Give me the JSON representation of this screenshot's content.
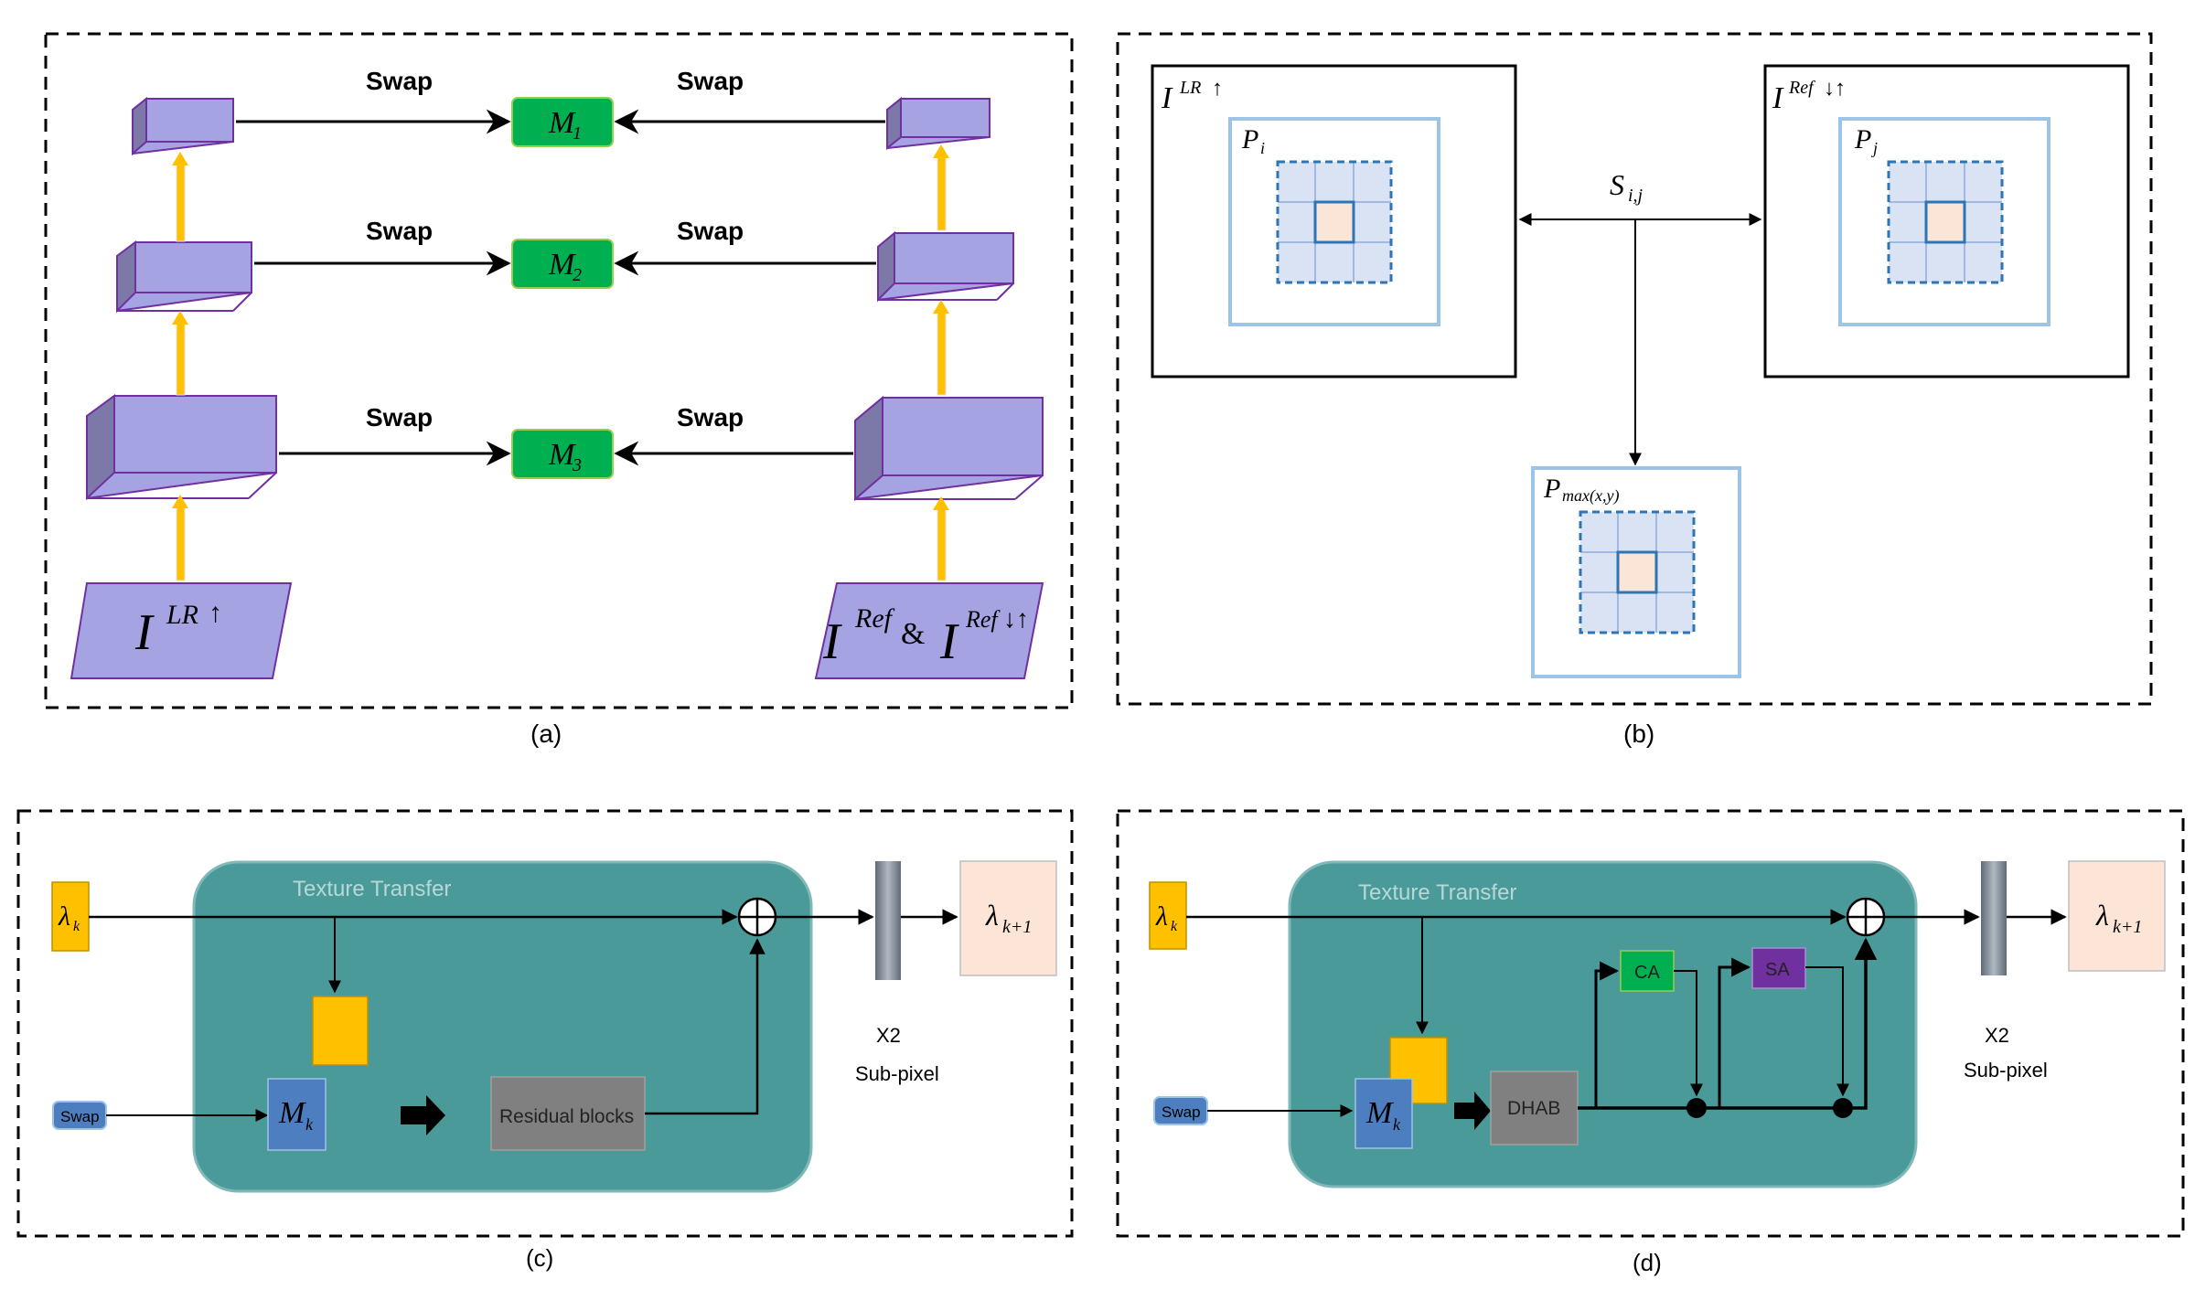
{
  "panel_a": {
    "swap_labels": [
      "Swap",
      "Swap",
      "Swap",
      "Swap",
      "Swap",
      "Swap"
    ],
    "m1": {
      "base": "M",
      "sub": "1"
    },
    "m2": {
      "base": "M",
      "sub": "2"
    },
    "m3": {
      "base": "M",
      "sub": "3"
    },
    "lr_input": {
      "base": "I",
      "sup": "LR",
      "arrow": "↑"
    },
    "ref_input": {
      "base1": "I",
      "sup1": "Ref",
      "amp": "&",
      "base2": "I",
      "sup2": "Ref",
      "arrows": "↓↑"
    },
    "caption": "(a)"
  },
  "panel_b": {
    "lr_label": {
      "base": "I",
      "sup": "LR",
      "arrow": "↑"
    },
    "ref_label": {
      "base": "I",
      "sup": "Ref",
      "arrows": "↓↑"
    },
    "pi": {
      "base": "P",
      "sub": "i"
    },
    "pj": {
      "base": "P",
      "sub": "j"
    },
    "sij": {
      "base": "S",
      "sub": "i,j"
    },
    "pmax": {
      "base": "P",
      "sub": "max(x,y)"
    },
    "caption": "(b)"
  },
  "panel_c": {
    "lambda_k": {
      "base": "λ",
      "sub": "k"
    },
    "lambda_k1": {
      "base": "λ",
      "sub": "k+1"
    },
    "texture_transfer": "Texture Transfer",
    "swap": "Swap",
    "mk": {
      "base": "M",
      "sub": "k"
    },
    "residual_blocks": "Residual blocks",
    "x2": "X2",
    "subpixel": "Sub-pixel",
    "caption": "(c)"
  },
  "panel_d": {
    "lambda_k": {
      "base": "λ",
      "sub": "k"
    },
    "lambda_k1": {
      "base": "λ",
      "sub": "k+1"
    },
    "texture_transfer": "Texture Transfer",
    "swap": "Swap",
    "mk": {
      "base": "M",
      "sub": "k"
    },
    "dhab": "DHAB",
    "ca": "CA",
    "sa": "SA",
    "x2": "X2",
    "subpixel": "Sub-pixel",
    "caption": "(d)"
  },
  "colors": {
    "box_purple": "#a6a3e3",
    "box_purple_dark": "#7c78a8",
    "m_green": "#00b050",
    "yellow_arrow": "#ffc000",
    "teal": "#4a9a9a",
    "lambda_yellow": "#ffc000",
    "mk_blue": "#4d7ebf",
    "gray_block": "#7f7f7f",
    "peach": "#fce4d6",
    "ca_green": "#00b050",
    "sa_purple": "#7030a0",
    "grid_blue": "#dae3f3",
    "grid_line": "#8eaadb"
  }
}
